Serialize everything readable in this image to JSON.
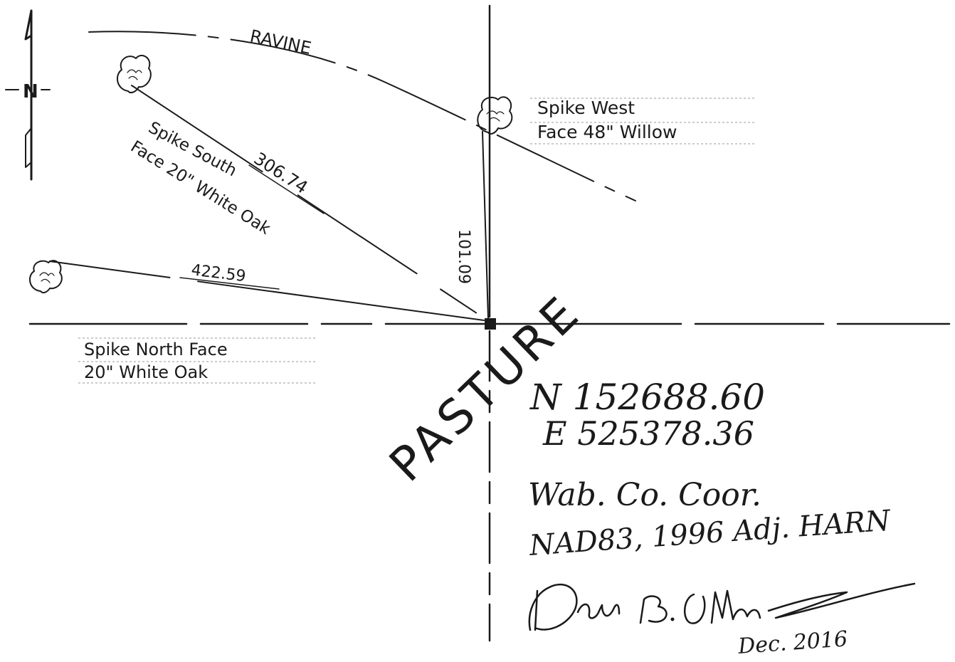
{
  "labels": {
    "ravine": "RAVINE",
    "pasture": "PASTURE",
    "north": "N"
  },
  "trees": {
    "willow": {
      "line1": "Spike West",
      "line2": "Face 48\" Willow"
    },
    "oak_south": {
      "line1": "Spike South",
      "line2": "Face 20\" White Oak"
    },
    "oak_north": {
      "line1": "Spike North Face",
      "line2": "20\" White Oak"
    }
  },
  "distances": {
    "willow": "101.09",
    "oak_south": "306.74",
    "oak_north": "422.59"
  },
  "coordinates": {
    "northing": "N 152688.60",
    "easting": "E 525378.36",
    "system": "Wab. Co. Coor.",
    "datum": "NAD83, 1996 Adj. HARN"
  },
  "signature": {
    "date": "Dec. 2016"
  }
}
